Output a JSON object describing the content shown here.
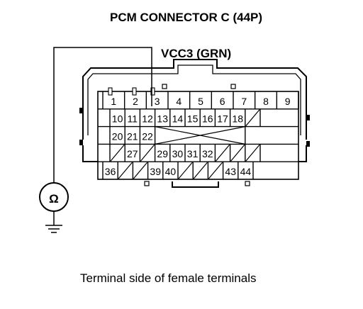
{
  "title": "PCM CONNECTOR C (44P)",
  "wire_label": "VCC3 (GRN)",
  "caption": "Terminal side of female terminals",
  "meter_symbol": "Ω",
  "meter_icon": "ohmmeter-icon",
  "ground_icon": "ground-icon",
  "probe_terminal": "12",
  "rows": [
    [
      "1",
      "2",
      "3",
      "4",
      "5",
      "6",
      "7",
      "8",
      "9"
    ],
    [
      "10",
      "11",
      "12",
      "13",
      "14",
      "15",
      "16",
      "17",
      "18",
      ""
    ],
    [
      "20",
      "21",
      "22",
      "",
      "",
      "",
      "",
      "",
      "",
      ""
    ],
    [
      "",
      "27",
      "",
      "29",
      "30",
      "31",
      "32",
      "",
      "",
      ""
    ],
    [
      "36",
      "",
      "",
      "39",
      "40",
      "",
      "",
      "",
      "43",
      "44"
    ]
  ]
}
